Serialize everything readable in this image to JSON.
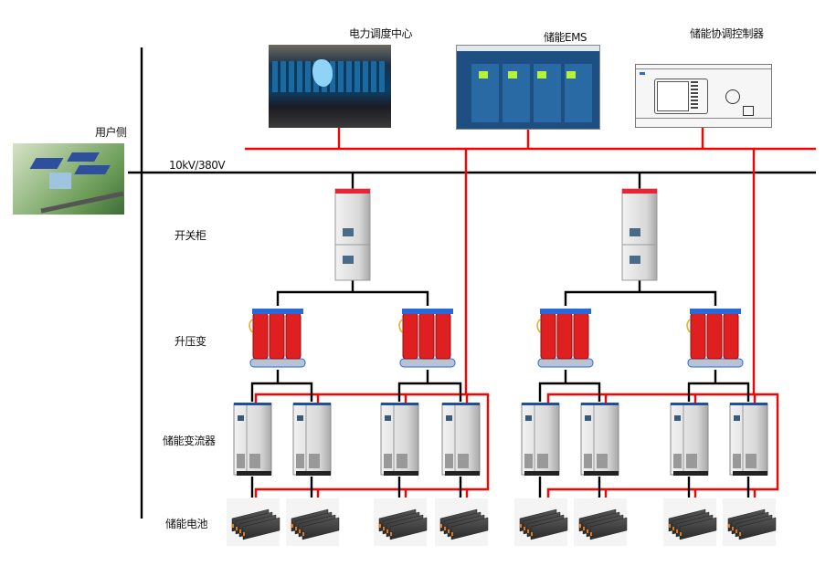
{
  "top_labels": {
    "dispatch_center": "电力调度中心",
    "ems": "储能EMS",
    "controller": "储能协调控制器"
  },
  "left_labels": {
    "user_side": "用户侧",
    "bus_voltage": "10kV/380V",
    "switchgear": "开关柜",
    "step_up_transformer": "升压变",
    "pcs": "储能变流器",
    "battery": "储能电池"
  },
  "colors": {
    "communication_line": "#ff0000",
    "power_line": "#000000",
    "transformer": "#e02020",
    "cabinet": "#dcdcdc"
  }
}
